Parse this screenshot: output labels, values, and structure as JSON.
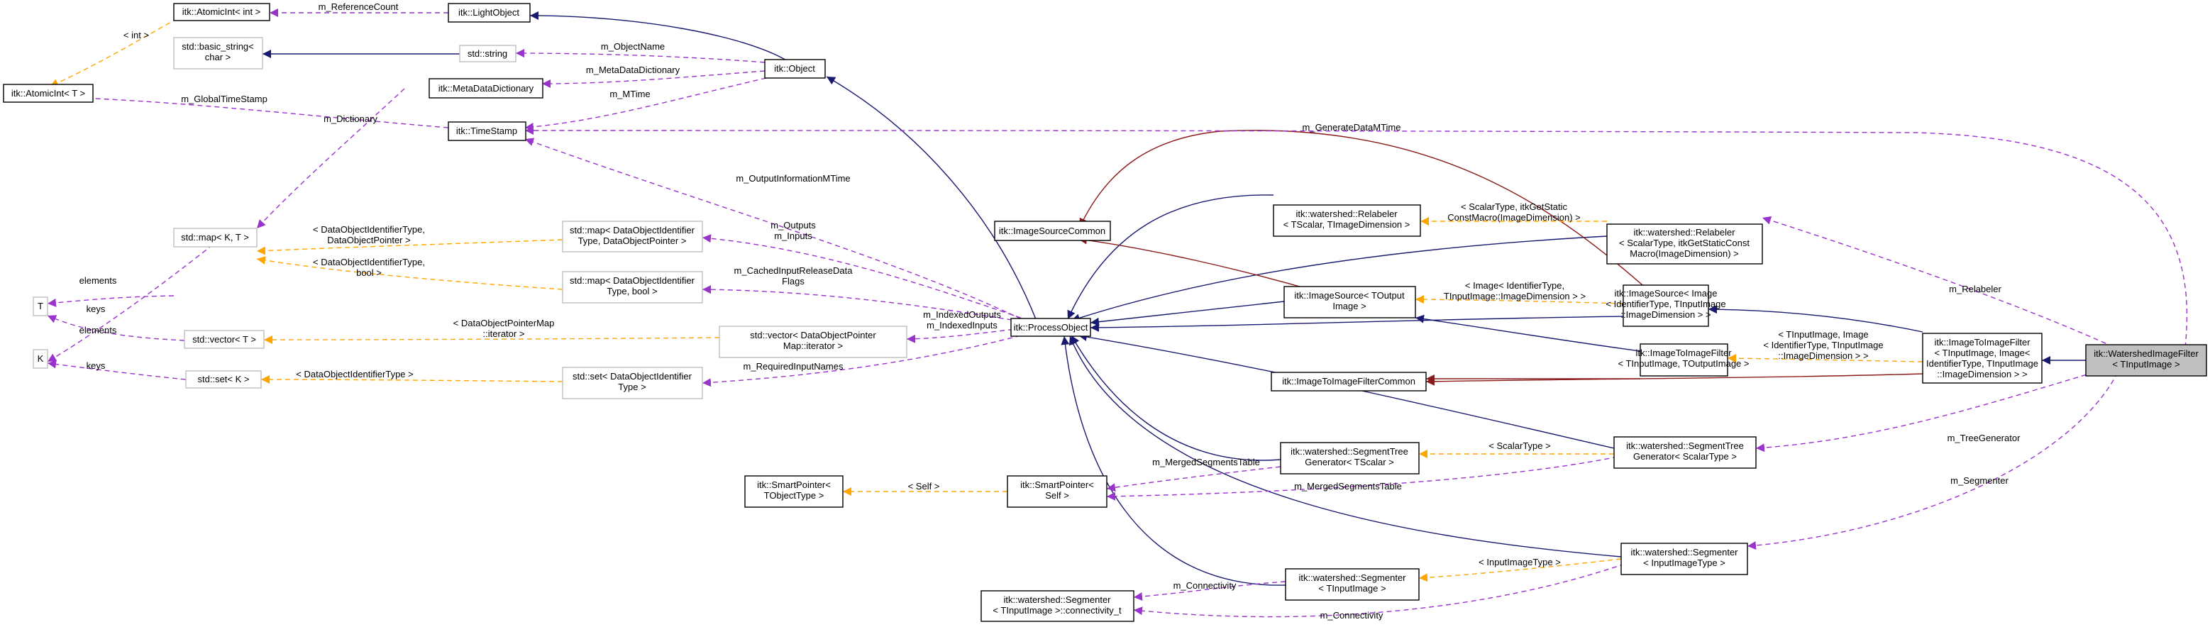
{
  "nodes": {
    "atomicint_int": [
      "itk::AtomicInt< int >"
    ],
    "lightobject": [
      "itk::LightObject"
    ],
    "basic_string": [
      "std::basic_string<",
      "char >"
    ],
    "std_string": [
      "std::string"
    ],
    "itk_object": [
      "itk::Object"
    ],
    "atomicint_t": [
      "itk::AtomicInt< T >"
    ],
    "metadatadictionary": [
      "itk::MetaDataDictionary"
    ],
    "timestamp": [
      "itk::TimeStamp"
    ],
    "imagesourcecommon": [
      "itk::ImageSourceCommon"
    ],
    "relabeler_tscalar": [
      "itk::watershed::Relabeler",
      "< TScalar, TImageDimension >"
    ],
    "relabeler_scalartype": [
      "itk::watershed::Relabeler",
      "< ScalarType, itkGetStaticConst",
      "Macro(ImageDimension) >"
    ],
    "map_dataobject": [
      "std::map< DataObjectIdentifier",
      "Type, DataObjectPointer >"
    ],
    "map_kt": [
      "std::map< K, T >"
    ],
    "map_bool": [
      "std::map< DataObjectIdentifier",
      "Type, bool >"
    ],
    "t_param": [
      "T"
    ],
    "k_param": [
      "K"
    ],
    "vector_t": [
      "std::vector< T >"
    ],
    "vector_dop": [
      "std::vector< DataObjectPointer",
      "Map::iterator >"
    ],
    "set_k": [
      "std::set< K >"
    ],
    "set_doi": [
      "std::set< DataObjectIdentifier",
      "Type >"
    ],
    "processobject": [
      "itk::ProcessObject"
    ],
    "imagesource_toutput": [
      "itk::ImageSource< TOutput",
      "Image >"
    ],
    "imagesource_image": [
      "itk::ImageSource< Image",
      "< IdentifierType, TInputImage",
      "::ImageDimension > >"
    ],
    "itif_common": [
      "itk::ImageToImageFilterCommon"
    ],
    "itif_tinput": [
      "itk::ImageToImageFilter",
      "< TInputImage, TOutputImage >"
    ],
    "itif_full": [
      "itk::ImageToImageFilter",
      "< TInputImage, Image<",
      "IdentifierType, TInputImage",
      "::ImageDimension > >"
    ],
    "watershed_filter": [
      "itk::WatershedImageFilter",
      "< TInputImage >"
    ],
    "smartpointer_t": [
      "itk::SmartPointer<",
      "TObjectType >"
    ],
    "smartpointer_self": [
      "itk::SmartPointer<",
      "Self >"
    ],
    "stg_tscalar": [
      "itk::watershed::SegmentTree",
      "Generator< TScalar >"
    ],
    "stg_scalartype": [
      "itk::watershed::SegmentTree",
      "Generator< ScalarType >"
    ],
    "segmenter_tinput": [
      "itk::watershed::Segmenter",
      "< TInputImage >"
    ],
    "segmenter_input": [
      "itk::watershed::Segmenter",
      "< InputImageType >"
    ],
    "connectivity": [
      "itk::watershed::Segmenter",
      "< TInputImage >::connectivity_t"
    ]
  },
  "edge_labels": {
    "reference_count": [
      "m_ReferenceCount"
    ],
    "int_arg": [
      "< int >"
    ],
    "object_name": [
      "m_ObjectName"
    ],
    "metadata_dictionary": [
      "m_MetaDataDictionary"
    ],
    "global_timestamp": [
      "m_GlobalTimeStamp"
    ],
    "mtime": [
      "m_MTime"
    ],
    "dictionary": [
      "m_Dictionary"
    ],
    "generate_data_mtime": [
      "m_GenerateDataMTime"
    ],
    "output_information_mtime": [
      "m_OutputInformationMTime"
    ],
    "outputs_inputs": [
      "m_Outputs",
      "m_Inputs"
    ],
    "cached_input": [
      "m_CachedInputReleaseData",
      "Flags"
    ],
    "indexed": [
      "m_IndexedOutputs",
      "m_IndexedInputs"
    ],
    "required_input_names": [
      "m_RequiredInputNames"
    ],
    "map_dop_args": [
      "< DataObjectIdentifierType,",
      "DataObjectPointer >"
    ],
    "map_bool_args": [
      "< DataObjectIdentifierType,",
      "bool >"
    ],
    "elements_map": [
      "elements"
    ],
    "keys_map": [
      "keys"
    ],
    "elements_vector": [
      "elements"
    ],
    "keys_set": [
      "keys"
    ],
    "vector_args": [
      "< DataObjectPointerMap",
      "::iterator >"
    ],
    "set_args": [
      "< DataObjectIdentifierType >"
    ],
    "relabeler_args": [
      "< ScalarType, itkGetStatic",
      "ConstMacro(ImageDimension) >"
    ],
    "imagesource_args": [
      "< Image< IdentifierType,",
      "TInputImage::ImageDimension > >"
    ],
    "itif_args": [
      "< TInputImage, Image",
      "< IdentifierType, TInputImage",
      "::ImageDimension > >"
    ],
    "relabeler": [
      "m_Relabeler"
    ],
    "tree_generator": [
      "m_TreeGenerator"
    ],
    "segmenter": [
      "m_Segmenter"
    ],
    "scalartype_arg": [
      "< ScalarType >"
    ],
    "self_arg": [
      "< Self >"
    ],
    "merged_segments_table_1": [
      "m_MergedSegmentsTable"
    ],
    "merged_segments_table_2": [
      "m_MergedSegmentsTable"
    ],
    "inputimagetype_arg": [
      "< InputImageType >"
    ],
    "connectivity_1": [
      "m_Connectivity"
    ],
    "connectivity_2": [
      "m_Connectivity"
    ]
  },
  "colors": {
    "inheritance": "#191970",
    "private_inheritance": "#8b1a1a",
    "member": "#9a32cd",
    "template": "#ffa500",
    "focus_fill": "#bfbfbf"
  }
}
